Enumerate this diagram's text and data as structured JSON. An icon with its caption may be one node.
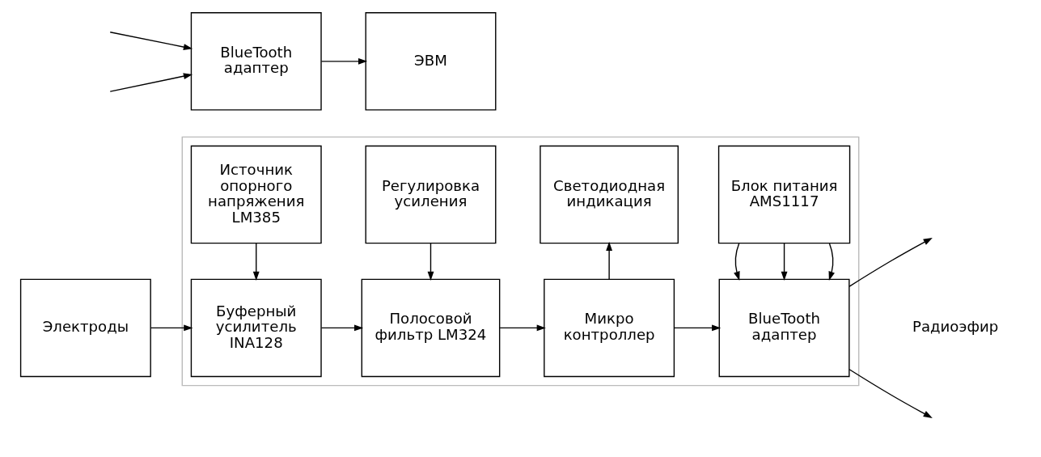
{
  "diagram": {
    "nodes": [
      {
        "text": [
          "Электроды"
        ]
      },
      {
        "text": [],
        "shape": "box"
      },
      {
        "text": [
          "Буферный усилитель INA128"
        ],
        "in": 1
      },
      {
        "text": [
          "Полосовой фильтр LM324"
        ],
        "in": 1
      },
      {
        "text": [
          "Микро контроллер"
        ],
        "in": 1
      },
      {
        "text": [
          "BlueTooth адаптер"
        ],
        "in": 1
      },
      {
        "text": [
          "Источник опорного напряжения LM385"
        ],
        "in": 1
      },
      {
        "text": [
          "Регулировка усиления"
        ],
        "in": 1
      },
      {
        "text": [
          "Светодиодная индикация"
        ],
        "in": 1
      },
      {
        "text": [
          "Блок питания AMS1117"
        ],
        "in": 1
      },
      {
        "text": [
          "BlueTooth адаптер"
        ]
      },
      {
        "text": [
          "ЭВМ"
        ]
      }
    ],
    "edges": [
      {
        "from": 0,
        "to": 2,
        "arrow": "to"
      },
      {
        "from": 2,
        "to": 3,
        "arrow": "to"
      },
      {
        "from": 3,
        "to": 4,
        "arrow": "to"
      },
      {
        "from": 4,
        "to": 5,
        "arrow": "to"
      },
      {
        "from": 6,
        "to": 2,
        "arrow": "to"
      },
      {
        "from": 7,
        "to": 3,
        "arrow": "to"
      },
      {
        "from": 4,
        "to": 8,
        "arrow": "to"
      },
      {
        "from": 9,
        "to": 5,
        "arrow": "to"
      },
      {
        "from": 9,
        "to": 5,
        "arrow": "to"
      },
      {
        "from": 9,
        "to": 5,
        "arrow": "to"
      },
      {
        "from": 5,
        "to": null,
        "arrow": "to"
      },
      {
        "from": 5,
        "to": null,
        "arrow": "to"
      },
      {
        "from": null,
        "to": 10,
        "arrow": "to"
      },
      {
        "from": null,
        "to": 10,
        "arrow": "to"
      },
      {
        "from": 10,
        "to": 11,
        "arrow": "to"
      }
    ],
    "labels": [
      "Радиоэфир"
    ]
  }
}
